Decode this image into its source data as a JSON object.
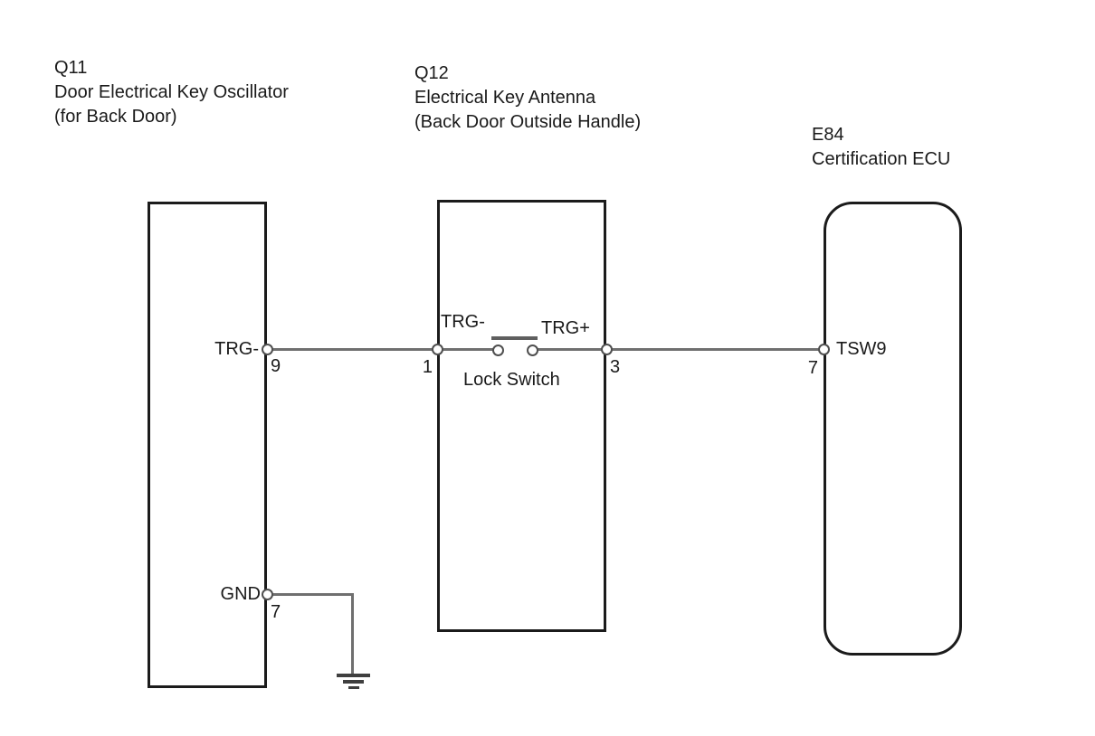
{
  "colors": {
    "wire": "#6f6f6f",
    "outline": "#1b1b1b",
    "ink": "#1a1a1a",
    "switch_bar": "#5f5f5f",
    "pin_stroke": "#4f4f4f",
    "bg": "#ffffff"
  },
  "components": {
    "q11": {
      "code": "Q11",
      "line1": "Door Electrical Key Oscillator",
      "line2": "(for Back Door)"
    },
    "q12": {
      "code": "Q12",
      "line1": "Electrical Key Antenna",
      "line2": "(Back Door Outside Handle)"
    },
    "e84": {
      "code": "E84",
      "line1": "Certification ECU"
    }
  },
  "pins": {
    "trg_minus_label": "TRG-",
    "trg_minus_pin": "9",
    "gnd_label": "GND",
    "gnd_pin": "7",
    "antenna_in_pin": "1",
    "antenna_out_pin": "3",
    "ecu_pin": "7",
    "ecu_signal": "TSW9"
  },
  "switch": {
    "left": "TRG-",
    "right": "TRG+",
    "label": "Lock Switch"
  }
}
